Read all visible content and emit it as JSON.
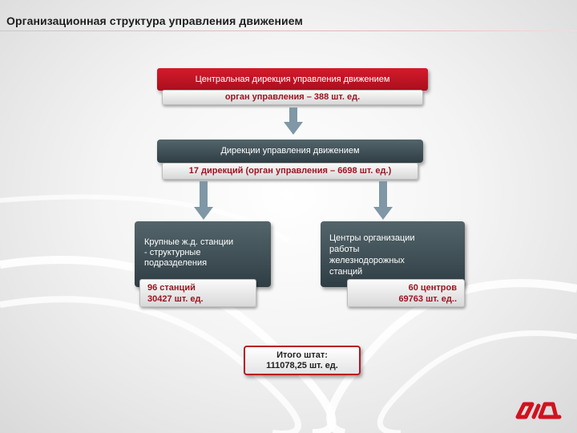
{
  "header": {
    "title": "Организационная структура управления движением"
  },
  "central": {
    "label": "Центральная дирекция управления движением",
    "tag": "орган управления – 388 шт. ед."
  },
  "directorates": {
    "label": "Дирекции управления движением",
    "tag": "17 дирекций (орган управления – 6698 шт. ед.)"
  },
  "stations": {
    "label_lines": [
      "Крупные ж.д. станции",
      "- структурные",
      "подразделения"
    ],
    "tag_lines": [
      "96 станций",
      "30427 шт. ед."
    ]
  },
  "centers": {
    "label_lines": [
      "Центры организации",
      "работы",
      "железнодорожных",
      "станций"
    ],
    "tag_lines": [
      "60 центров",
      "69763 шт. ед.."
    ]
  },
  "total": {
    "lines": [
      "Итого штат:",
      "111078,25 шт. ед."
    ]
  },
  "colors": {
    "accent": "#c8102e",
    "box_dark": "#3d4c52",
    "arrow": "#7f97a6"
  },
  "logo": {
    "icon": "rzd-logo-icon",
    "text": "РЖД"
  }
}
